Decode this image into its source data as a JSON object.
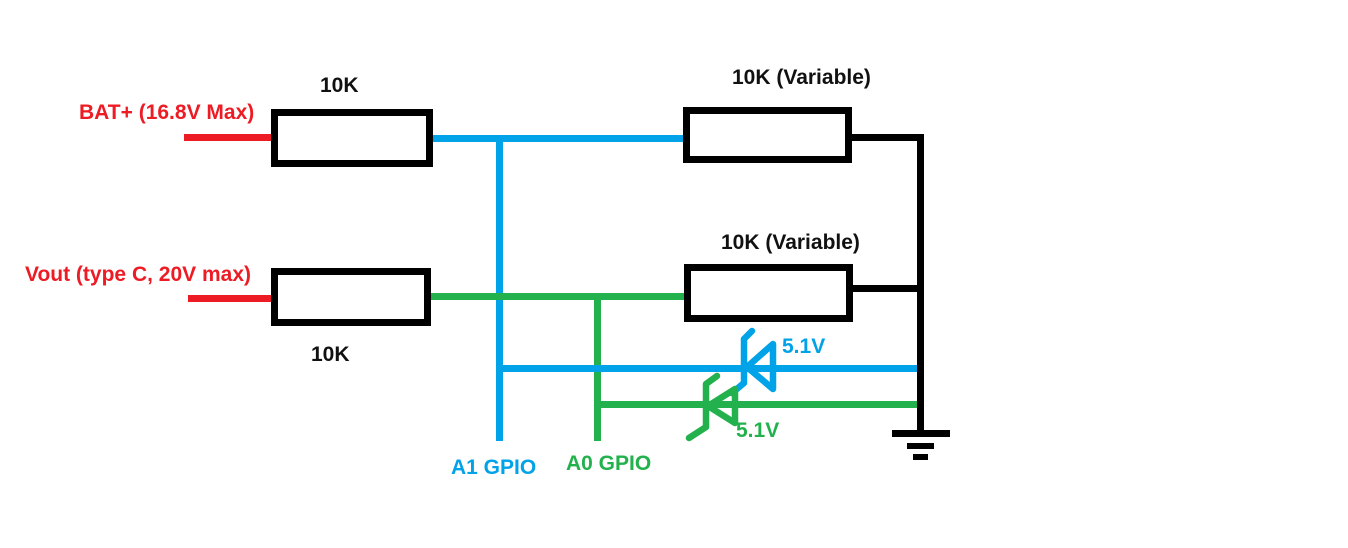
{
  "colors": {
    "wire_red": "#ED1C24",
    "wire_blue": "#00A2E8",
    "wire_green": "#22B14C",
    "wire_black": "#000000"
  },
  "nets": {
    "bat_label": "BAT+ (16.8V Max)",
    "vout_label": "Vout (type C, 20V max)"
  },
  "resistors": {
    "r_bat_fixed": "10K",
    "r_bat_variable": "10K (Variable)",
    "r_vout_fixed": "10K",
    "r_vout_variable": "10K (Variable)"
  },
  "zeners": {
    "bat_divider_zener": "5.1V",
    "vout_divider_zener": "5.1V"
  },
  "gpio": {
    "a1_label": "A1 GPIO",
    "a0_label": "A0 GPIO"
  }
}
